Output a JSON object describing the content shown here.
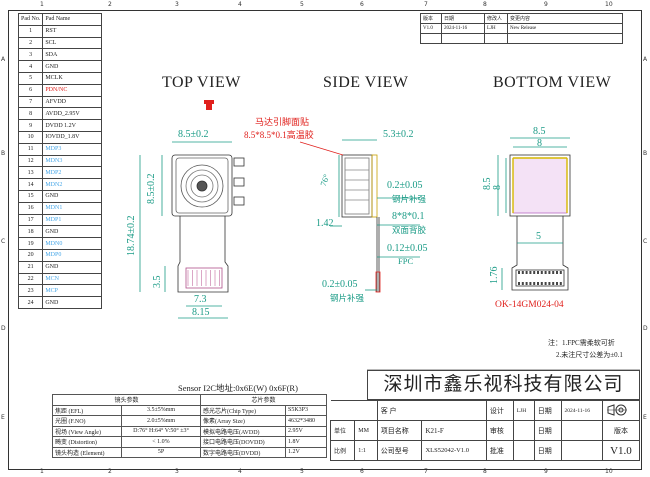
{
  "border": {
    "columns": [
      "1",
      "2",
      "3",
      "4",
      "5",
      "6",
      "7",
      "8",
      "9",
      "10"
    ],
    "rows": [
      "A",
      "B",
      "C",
      "D",
      "E"
    ]
  },
  "pad_table": {
    "headers": [
      "Pad No.",
      "Pad Name"
    ],
    "rows": [
      {
        "no": "1",
        "name": "RST",
        "color": "#222"
      },
      {
        "no": "2",
        "name": "SCL",
        "color": "#222"
      },
      {
        "no": "3",
        "name": "SDA",
        "color": "#222"
      },
      {
        "no": "4",
        "name": "GND",
        "color": "#222"
      },
      {
        "no": "5",
        "name": "MCLK",
        "color": "#222"
      },
      {
        "no": "6",
        "name": "PDN/NC",
        "color": "#e0201c"
      },
      {
        "no": "7",
        "name": "AFVDD",
        "color": "#222"
      },
      {
        "no": "8",
        "name": "AVDD_2.95V",
        "color": "#222"
      },
      {
        "no": "9",
        "name": "DVDD 1.2V",
        "color": "#222"
      },
      {
        "no": "10",
        "name": "IOVDD_1.8V",
        "color": "#222"
      },
      {
        "no": "11",
        "name": "MDP3",
        "color": "#4aa8e8"
      },
      {
        "no": "12",
        "name": "MDN3",
        "color": "#4aa8e8"
      },
      {
        "no": "13",
        "name": "MDP2",
        "color": "#4aa8e8"
      },
      {
        "no": "14",
        "name": "MDN2",
        "color": "#4aa8e8"
      },
      {
        "no": "15",
        "name": "GND",
        "color": "#222"
      },
      {
        "no": "16",
        "name": "MDN1",
        "color": "#4aa8e8"
      },
      {
        "no": "17",
        "name": "MDP1",
        "color": "#4aa8e8"
      },
      {
        "no": "18",
        "name": "GND",
        "color": "#222"
      },
      {
        "no": "19",
        "name": "MDN0",
        "color": "#4aa8e8"
      },
      {
        "no": "20",
        "name": "MDP0",
        "color": "#4aa8e8"
      },
      {
        "no": "21",
        "name": "GND",
        "color": "#222"
      },
      {
        "no": "22",
        "name": "MCN",
        "color": "#4aa8e8"
      },
      {
        "no": "23",
        "name": "MCP",
        "color": "#4aa8e8"
      },
      {
        "no": "24",
        "name": "GND",
        "color": "#222"
      }
    ]
  },
  "revision": {
    "headers": [
      "版本",
      "日期",
      "修改人",
      "变更内容"
    ],
    "row": [
      "V1.0",
      "2024-11-16",
      "LJH",
      "New Release"
    ]
  },
  "views": {
    "top": "TOP VIEW",
    "side": "SIDE VIEW",
    "bottom": "BOTTOM VIEW"
  },
  "top_dims": {
    "width_top": "8.5±0.2",
    "height_top": "8.5±0.2",
    "total_len": "18.74±0.2",
    "tail_h": "3.5",
    "tail_w": "7.3",
    "bottom_w": "8.15"
  },
  "side_dims": {
    "note1": "马达引脚面贴",
    "note2": "8.5*8.5*0.1高温胶",
    "thick": "5.3±0.2",
    "angle": "76°",
    "d142": "1.42",
    "stiff1": "0.2±0.05",
    "stiff1_label": "钢片补强",
    "tape": "8*8*0.1",
    "tape_label": "双面背胶",
    "fpc": "0.12±0.05",
    "fpc_label": "FPC",
    "stiff2": "0.2±0.05",
    "stiff2_label": "钢片补强"
  },
  "bottom_dims": {
    "w_outer": "8.5",
    "w_inner": "8",
    "h_outer": "8.5",
    "h_inner": "8",
    "tail_w": "5",
    "tail_h": "1.76",
    "connector": "OK-14GM024-04"
  },
  "notes": [
    "注：1.FPC需柔软可折",
    "2.未注尺寸公差为±0.1"
  ],
  "sensor": "Sensor I2C地址:0x6E(W) 0x6F(R)",
  "spec": {
    "lens_header": "镜头参数",
    "chip_header": "芯片参数",
    "rows": [
      [
        "焦距 (EFL)",
        "3.5±5%mm",
        "感光芯片(Chip Type)",
        "S5K3P3"
      ],
      [
        "光圈 (F.NO)",
        "2.0±5%mm",
        "像素(Array Size)",
        "4632*3480"
      ],
      [
        "视场 (View Angle)",
        "D:76° H:64° V:50° ±3°",
        "模拟电路电压(AVDD)",
        "2.95V"
      ],
      [
        "畸变 (Distortion)",
        "< 1.0%",
        "接口电路电压(DOVDD)",
        "1.8V"
      ],
      [
        "镜头构造 (Element)",
        "5P",
        "数字电路电压(DVDD)",
        "1.2V"
      ]
    ]
  },
  "title_block": {
    "company": "深圳市鑫乐视科技有限公司",
    "customer_label": "客 户",
    "design_label": "设计",
    "design_val": "LJH",
    "date_label": "日期",
    "date_val": "2024-11-16",
    "unit_label": "单位",
    "unit_val": "MM",
    "item_label": "项目名称",
    "item_val": "K21-F",
    "check_label": "审核",
    "date2_label": "日期",
    "version_label": "版本",
    "scale_label": "比例",
    "scale_val": "1:1",
    "model_label": "公司型号",
    "model_val": "XLS52042-V1.0",
    "approve_label": "批准",
    "date3_label": "日期",
    "version_val": "V1.0"
  }
}
